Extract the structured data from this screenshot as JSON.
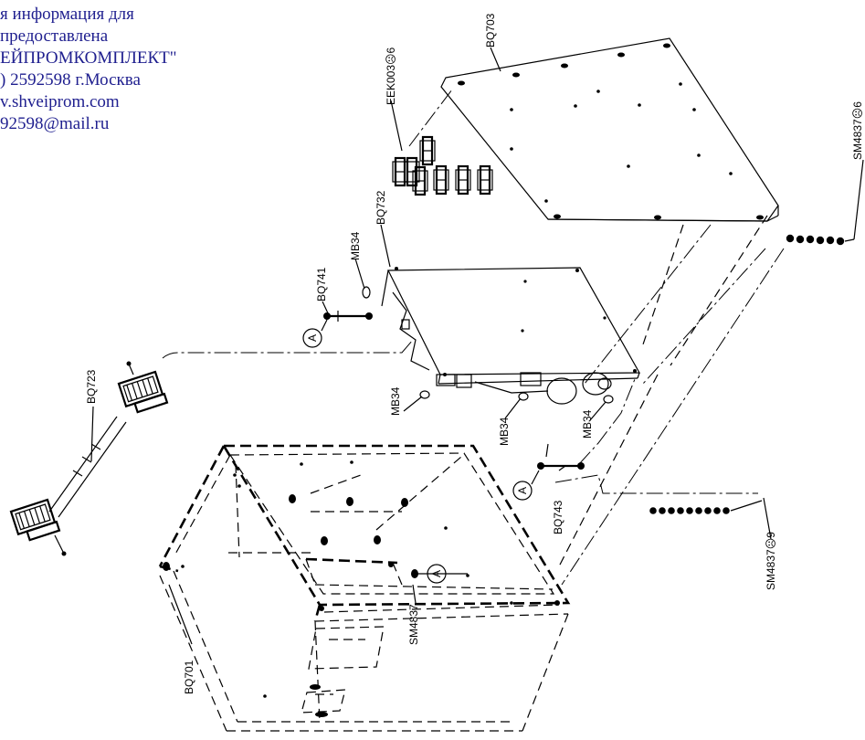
{
  "stamp": {
    "lines": [
      "я информация для",
      " предоставлена",
      "ЕЙПРОМКОМПЛЕКТ\"",
      ") 2592598 г.Москва",
      "v.shveiprom.com",
      "92598@mail.ru"
    ]
  },
  "parts": {
    "bq703": "BQ703",
    "eek003": "EEK003☹6",
    "sm4837_6": "SM4837☹6",
    "bq732": "BQ732",
    "mb34_top": "MB34",
    "bq741": "BQ741",
    "bq723": "BQ723",
    "mb34_left": "MB34",
    "mb34_mid": "MB34",
    "mb34_right": "MB34",
    "bq743": "BQ743",
    "sm4837_9": "SM4837☹9",
    "sm4837": "SM4837",
    "bq701": "BQ701"
  },
  "callouts": {
    "a1": "A",
    "a2": "A",
    "a3": "A"
  }
}
